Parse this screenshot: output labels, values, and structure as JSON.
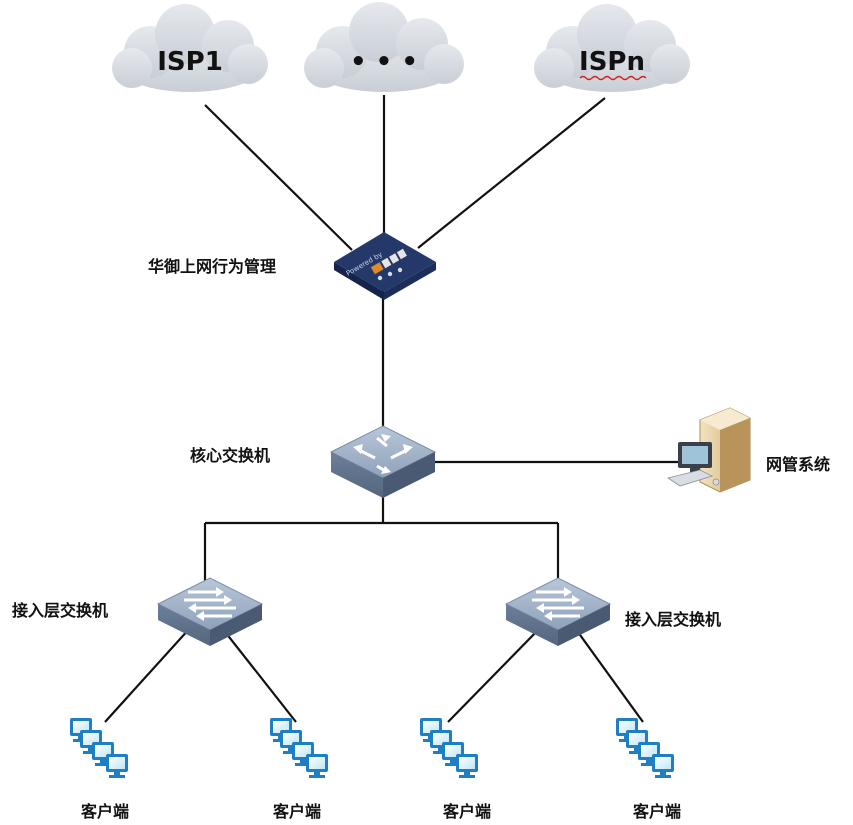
{
  "clouds": [
    {
      "label": "ISP1"
    },
    {
      "label": "• • •"
    },
    {
      "label": "ISPn"
    }
  ],
  "gateway": {
    "label": "华御上网行为管理",
    "device_text": "Powered by",
    "device_icon": "security-appliance-icon"
  },
  "core_switch": {
    "label": "核心交换机",
    "icon": "router-switch-icon"
  },
  "nms": {
    "label": "网管系统",
    "icon": "server-workstation-icon"
  },
  "access_switches": [
    {
      "label": "接入层交换机",
      "icon": "switch-icon"
    },
    {
      "label": "接入层交换机",
      "icon": "switch-icon"
    }
  ],
  "clients": [
    {
      "label": "客户端",
      "icon": "client-computers-icon"
    },
    {
      "label": "客户端",
      "icon": "client-computers-icon"
    },
    {
      "label": "客户端",
      "icon": "client-computers-icon"
    },
    {
      "label": "客户端",
      "icon": "client-computers-icon"
    }
  ]
}
